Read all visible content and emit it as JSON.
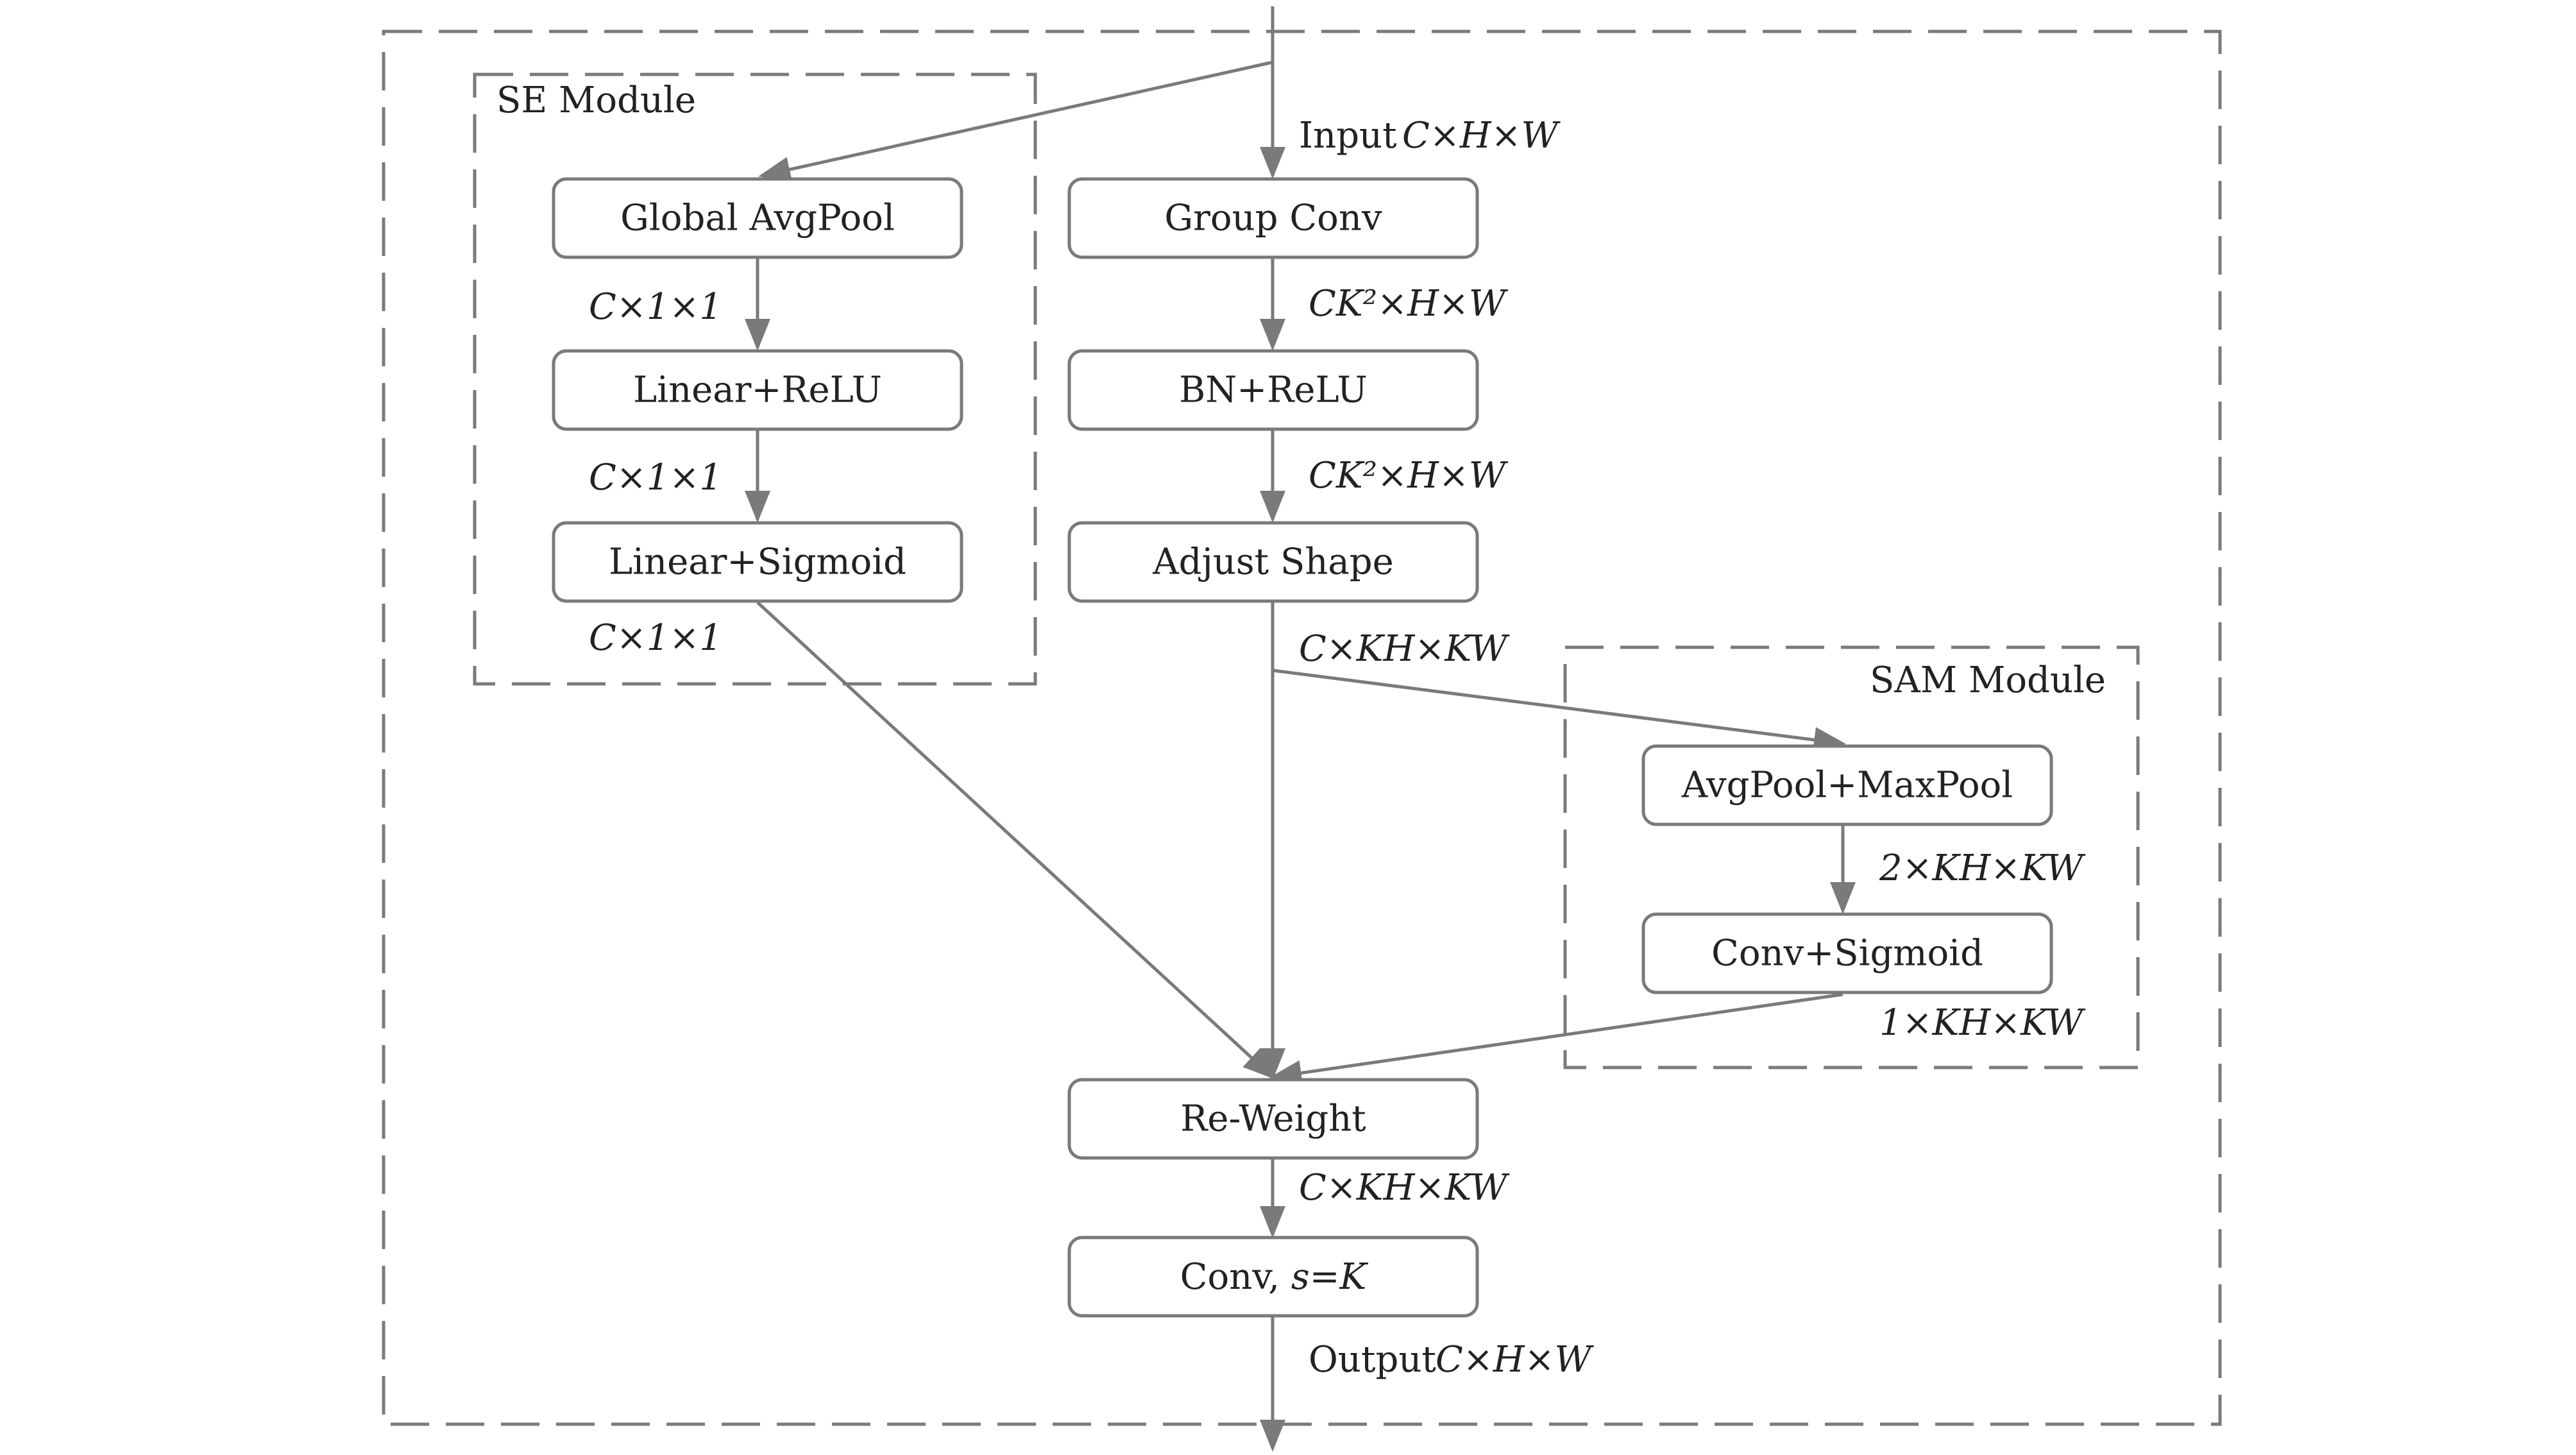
{
  "modules": {
    "se_title": "SE Module",
    "sam_title": "SAM Module"
  },
  "nodes": {
    "global_avgpool": "Global AvgPool",
    "linear_relu": "Linear+ReLU",
    "linear_sigmoid": "Linear+Sigmoid",
    "group_conv": "Group Conv",
    "bn_relu": "BN+ReLU",
    "adjust_shape": "Adjust Shape",
    "avgpool_maxpool": "AvgPool+MaxPool",
    "conv_sigmoid": "Conv+Sigmoid",
    "reweight": "Re-Weight",
    "conv_stride_prefix": "Conv, ",
    "conv_stride_math": "s=K"
  },
  "labels": {
    "input_word": "Input",
    "input_shape": "C×H×W",
    "se_shape_1": "C×1×1",
    "se_shape_2": "C×1×1",
    "se_shape_3": "C×1×1",
    "group_conv_shape": "CK²×H×W",
    "bn_shape": "CK²×H×W",
    "adjust_shape_out": "C×KH×KW",
    "sam_pool_shape": "2×KH×KW",
    "sam_conv_shape": "1×KH×KW",
    "reweight_shape": "C×KH×KW",
    "output_word": "Output",
    "output_shape": "C×H×W"
  }
}
